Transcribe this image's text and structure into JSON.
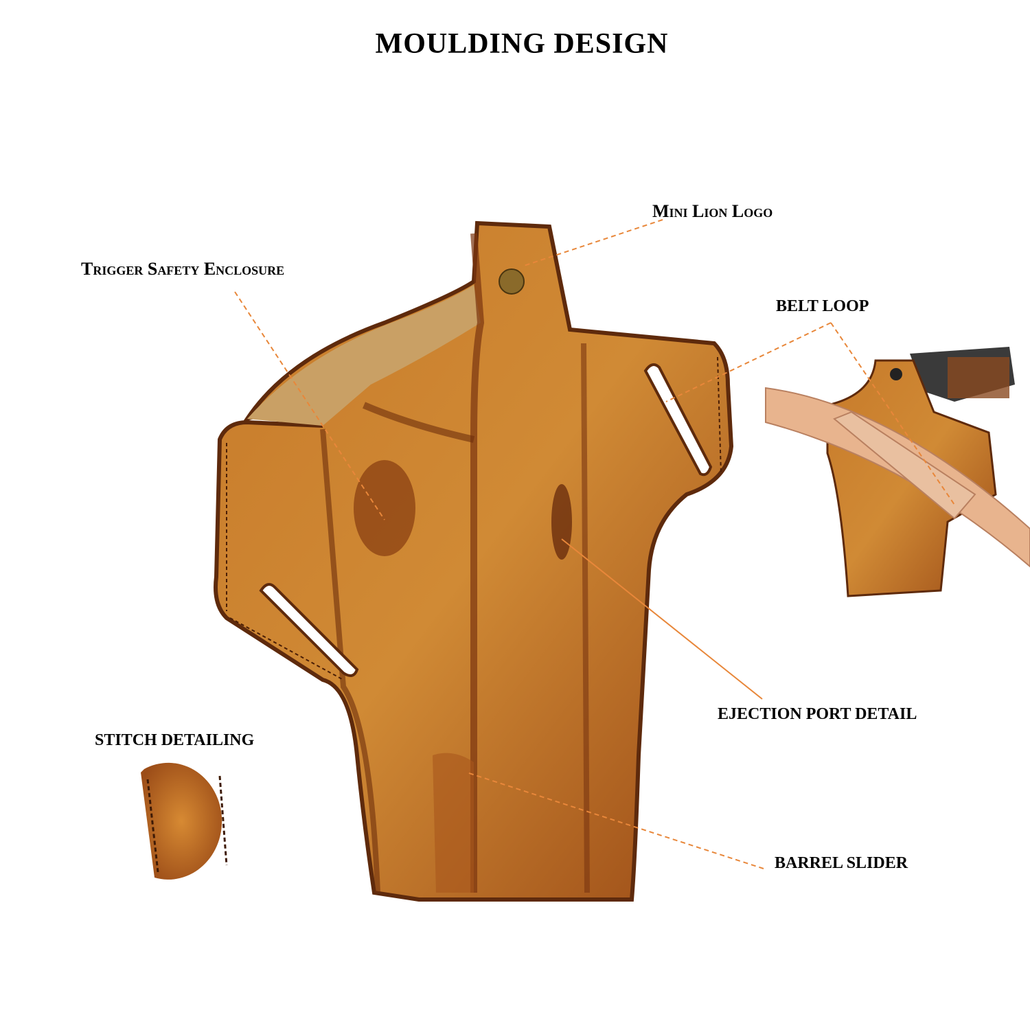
{
  "title": "MOULDING DESIGN",
  "labels": {
    "mini_lion_logo": "Mini Lion Logo",
    "trigger_safety": "Trigger Safety Enclosure",
    "belt_loop": "BELT LOOP",
    "ejection_port": "EJECTION PORT DETAIL",
    "stitch_detailing": "STITCH DETAILING",
    "barrel_slider": "BARREL SLIDER"
  },
  "colors": {
    "leader_line": "#e8873a",
    "leather": "#b8651e",
    "leather_dark": "#6e2e0c",
    "suede": "#c79a5c"
  }
}
